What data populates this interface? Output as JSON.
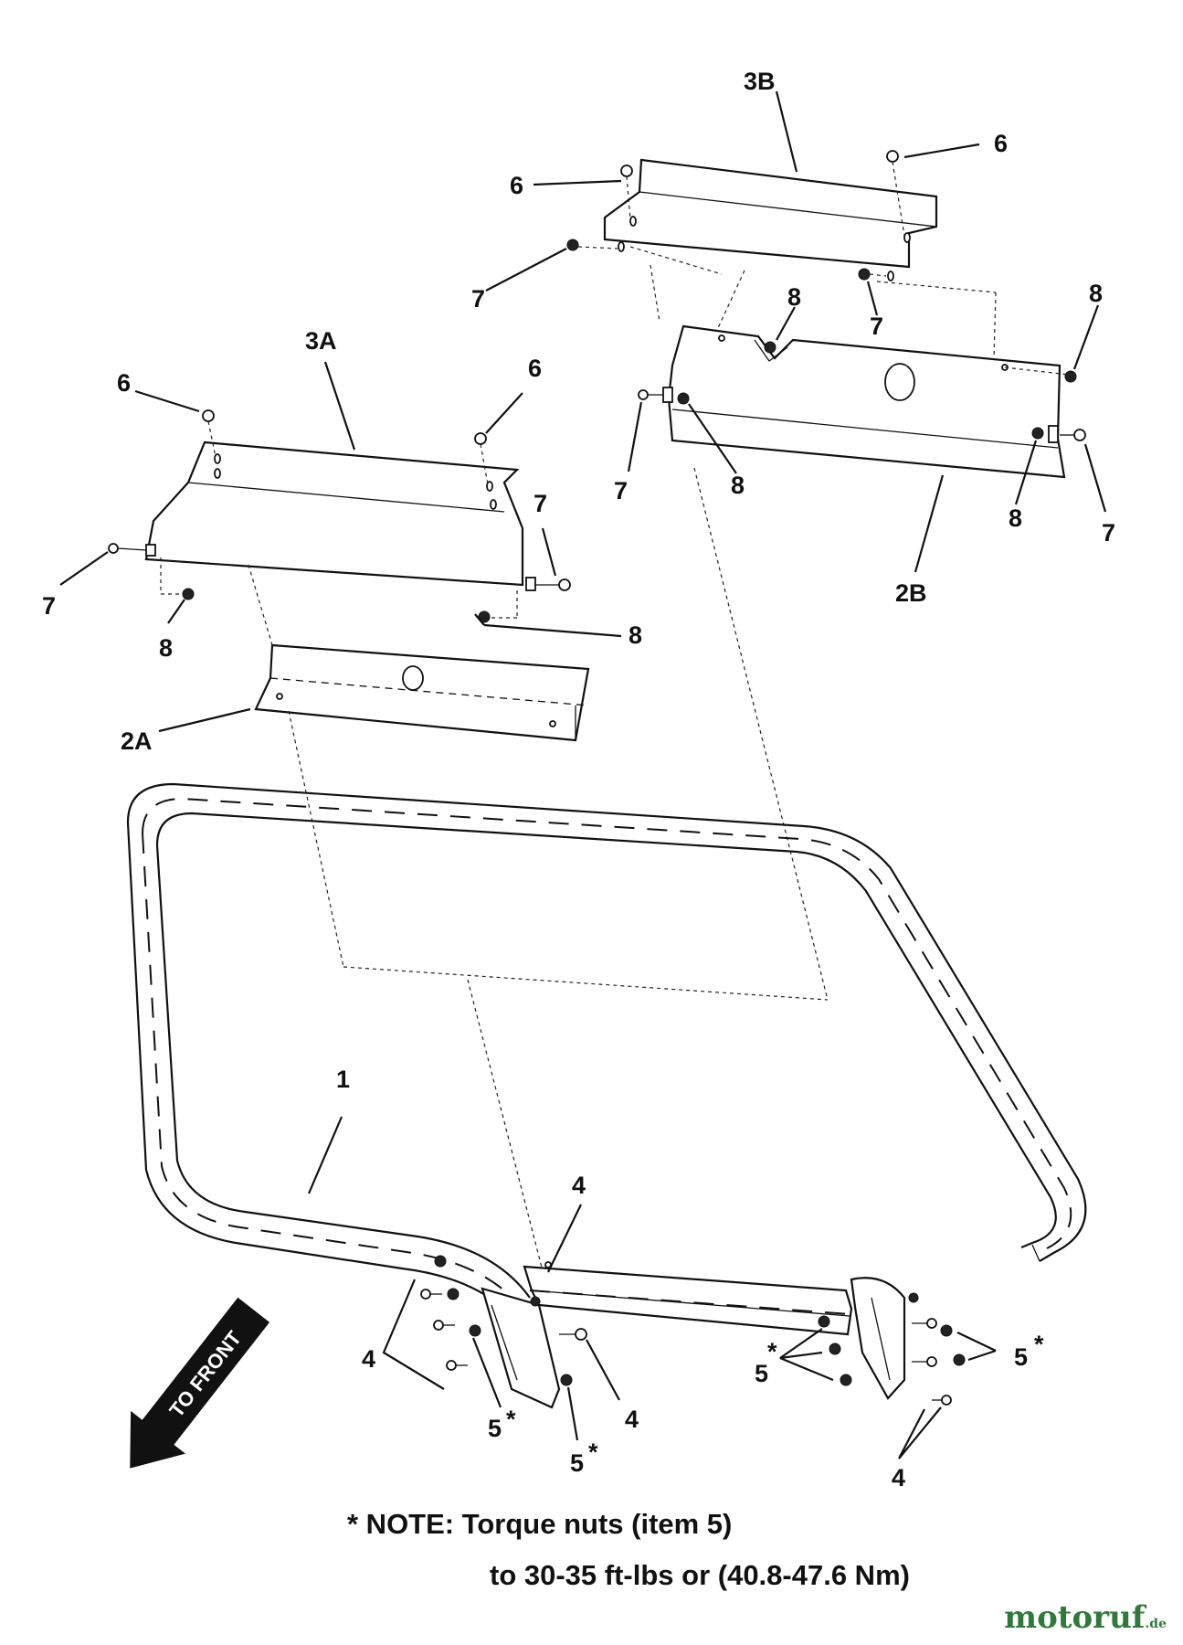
{
  "callouts": {
    "c3b": "3B",
    "c6_tr": "6",
    "c6_tl": "6",
    "c7_b1": "7",
    "c7_b2": "7",
    "c8_b1": "8",
    "c8_b2": "8",
    "c2b": "2B",
    "c7_l2b": "7",
    "c8_l2b": "8",
    "c8_r2b": "8",
    "c7_r2b": "7",
    "c3a": "3A",
    "c6_al": "6",
    "c6_ar": "6",
    "c7_ar": "7",
    "c7_al": "7",
    "c8_al": "8",
    "c8_ar": "8",
    "c2a": "2A",
    "c1": "1",
    "c4_top": "4",
    "c4_left": "4",
    "c4_mid": "4",
    "c4_right": "4",
    "c5_left": "5",
    "c5_mid": "5",
    "c5_right": "5",
    "c5_rightlow": "5",
    "star": "*"
  },
  "front_label": "TO FRONT",
  "note": {
    "line1": "* NOTE: Torque nuts (item 5)",
    "line2": "to 30-35 ft-lbs or (40.8-47.6 Nm)"
  },
  "watermark": {
    "brand": "motoruf",
    "tld": ".de",
    "color": "#2f7a3a"
  }
}
